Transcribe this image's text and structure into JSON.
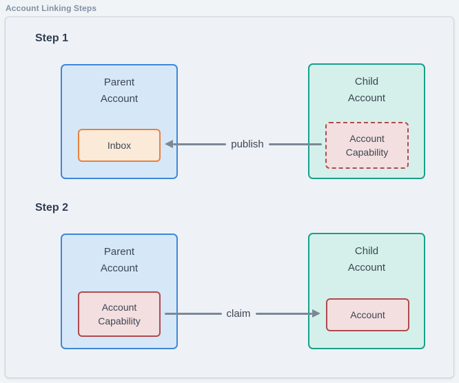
{
  "page": {
    "title": "Account Linking Steps"
  },
  "steps": [
    {
      "heading": "Step 1",
      "parent_box": {
        "title": "Parent Account",
        "inner_label": "Inbox"
      },
      "child_box": {
        "title": "Child Account",
        "inner_label": "Account Capability"
      },
      "arrow": {
        "label": "publish",
        "direction": "left"
      }
    },
    {
      "heading": "Step 2",
      "parent_box": {
        "title": "Parent Account",
        "inner_label": "Account Capability"
      },
      "child_box": {
        "title": "Child Account",
        "inner_label": "Account"
      },
      "arrow": {
        "label": "claim",
        "direction": "right"
      }
    }
  ],
  "colors": {
    "page_bg": "#f1f4f7",
    "container_bg": "#eef2f6",
    "container_border": "#c9d3dc",
    "label_gray": "#8291a3",
    "heading_color": "#2f3d52",
    "text_color": "#3c4654",
    "parent_fill": "#d6e7f8",
    "parent_border": "#3d87d8",
    "child_fill": "#d5f0ea",
    "child_border": "#17a08c",
    "inbox_fill": "#fcead9",
    "inbox_border": "#e7823c",
    "capability_fill": "#f3dfe0",
    "capability_border": "#ae4a4e",
    "arrow_color": "#7b8795"
  }
}
